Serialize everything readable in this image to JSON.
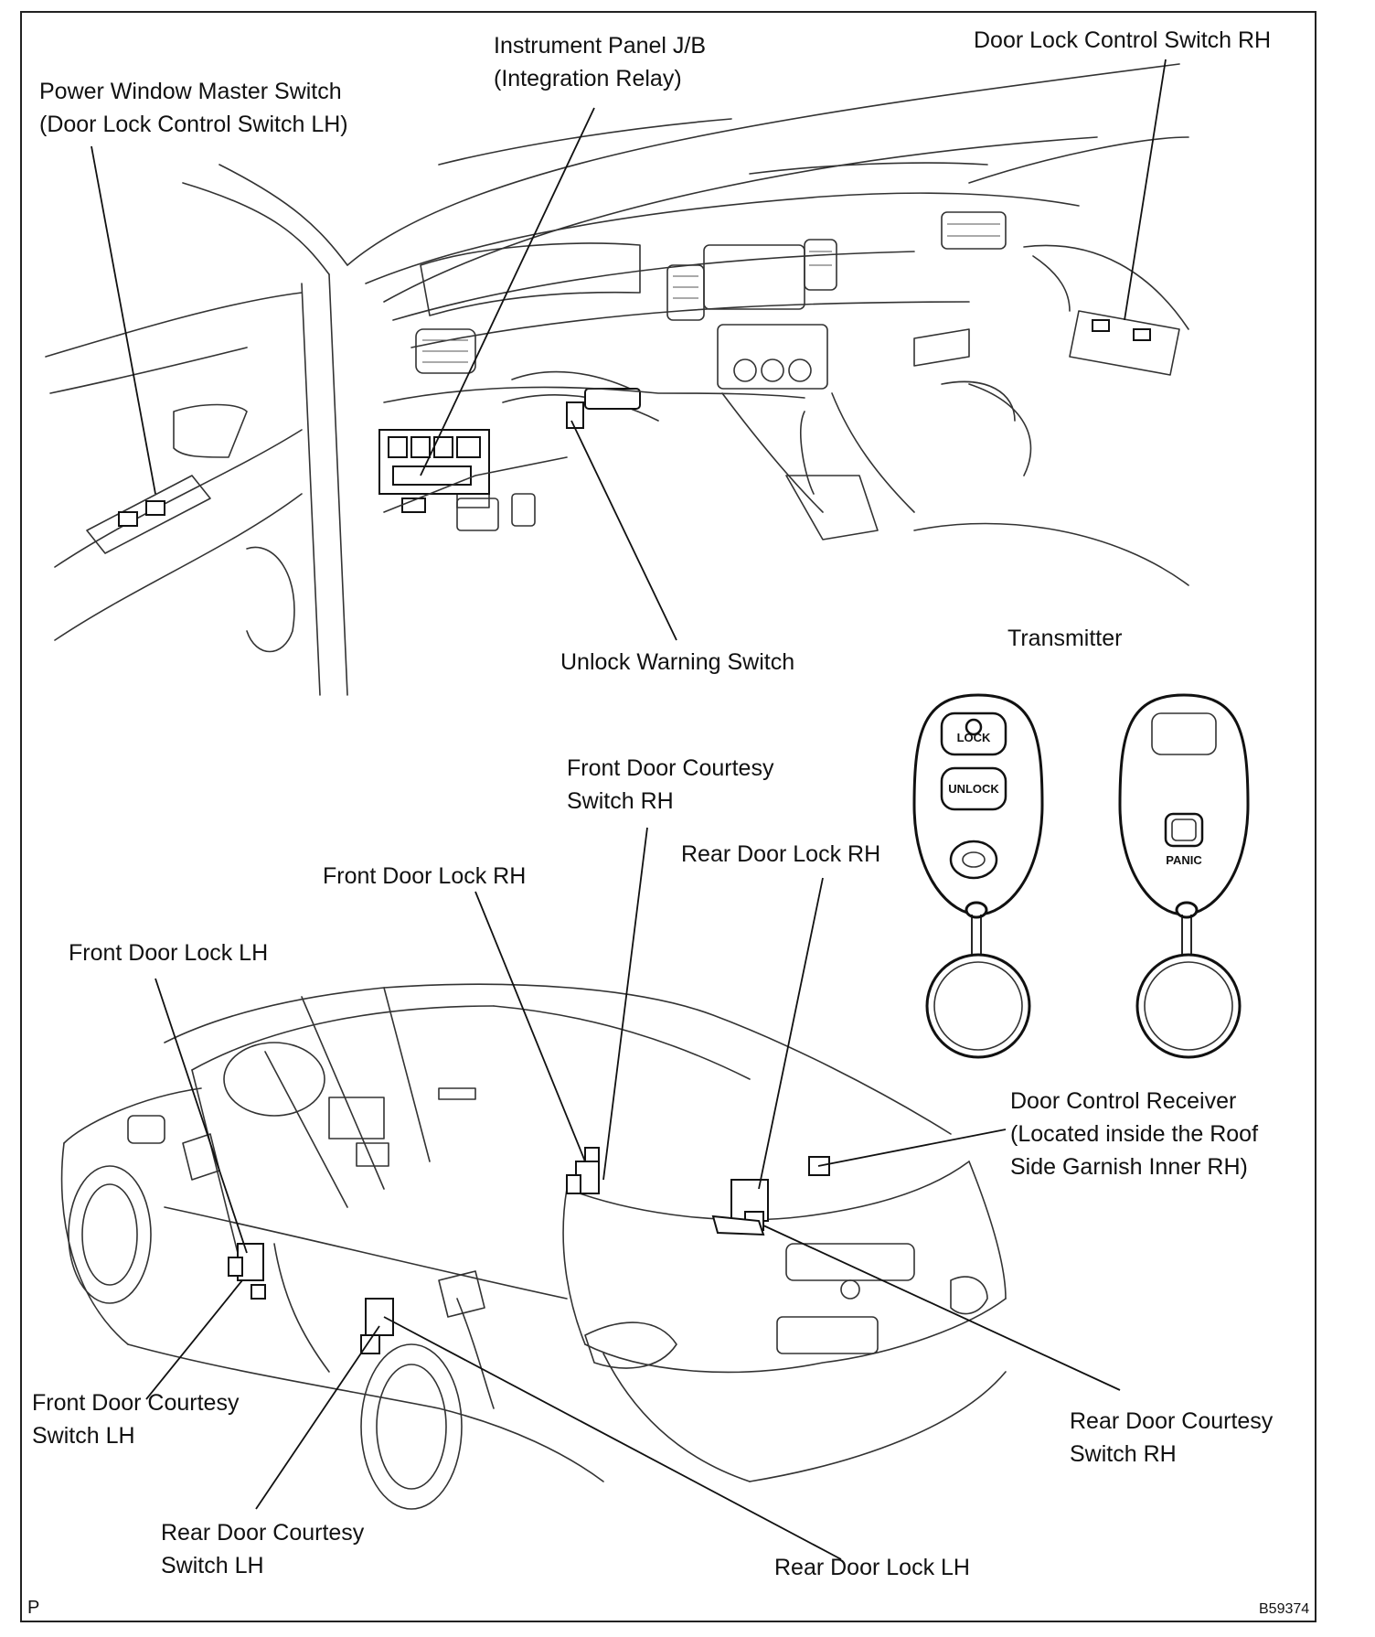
{
  "labels": {
    "power_window_master": [
      "Power Window Master Switch",
      "(Door Lock Control Switch LH)"
    ],
    "instrument_panel_jb": [
      "Instrument Panel J/B",
      "(Integration Relay)"
    ],
    "door_lock_control_rh": [
      "Door Lock Control Switch RH"
    ],
    "unlock_warning": [
      "Unlock Warning Switch"
    ],
    "transmitter": [
      "Transmitter"
    ],
    "front_courtesy_rh": [
      "Front Door Courtesy",
      "Switch RH"
    ],
    "front_lock_rh": [
      "Front Door Lock RH"
    ],
    "rear_lock_rh": [
      "Rear Door Lock RH"
    ],
    "front_lock_lh": [
      "Front Door Lock LH"
    ],
    "door_control_receiver": [
      "Door Control Receiver",
      "(Located inside the Roof",
      "Side Garnish Inner RH)"
    ],
    "front_courtesy_lh": [
      "Front Door Courtesy",
      "Switch LH"
    ],
    "rear_courtesy_rh": [
      "Rear Door Courtesy",
      "Switch RH"
    ],
    "rear_courtesy_lh": [
      "Rear Door Courtesy",
      "Switch LH"
    ],
    "rear_lock_lh": [
      "Rear Door Lock LH"
    ]
  },
  "fob": {
    "lock": "LOCK",
    "unlock": "UNLOCK",
    "panic": "PANIC"
  },
  "corner": {
    "left": "P",
    "right": "B59374"
  }
}
